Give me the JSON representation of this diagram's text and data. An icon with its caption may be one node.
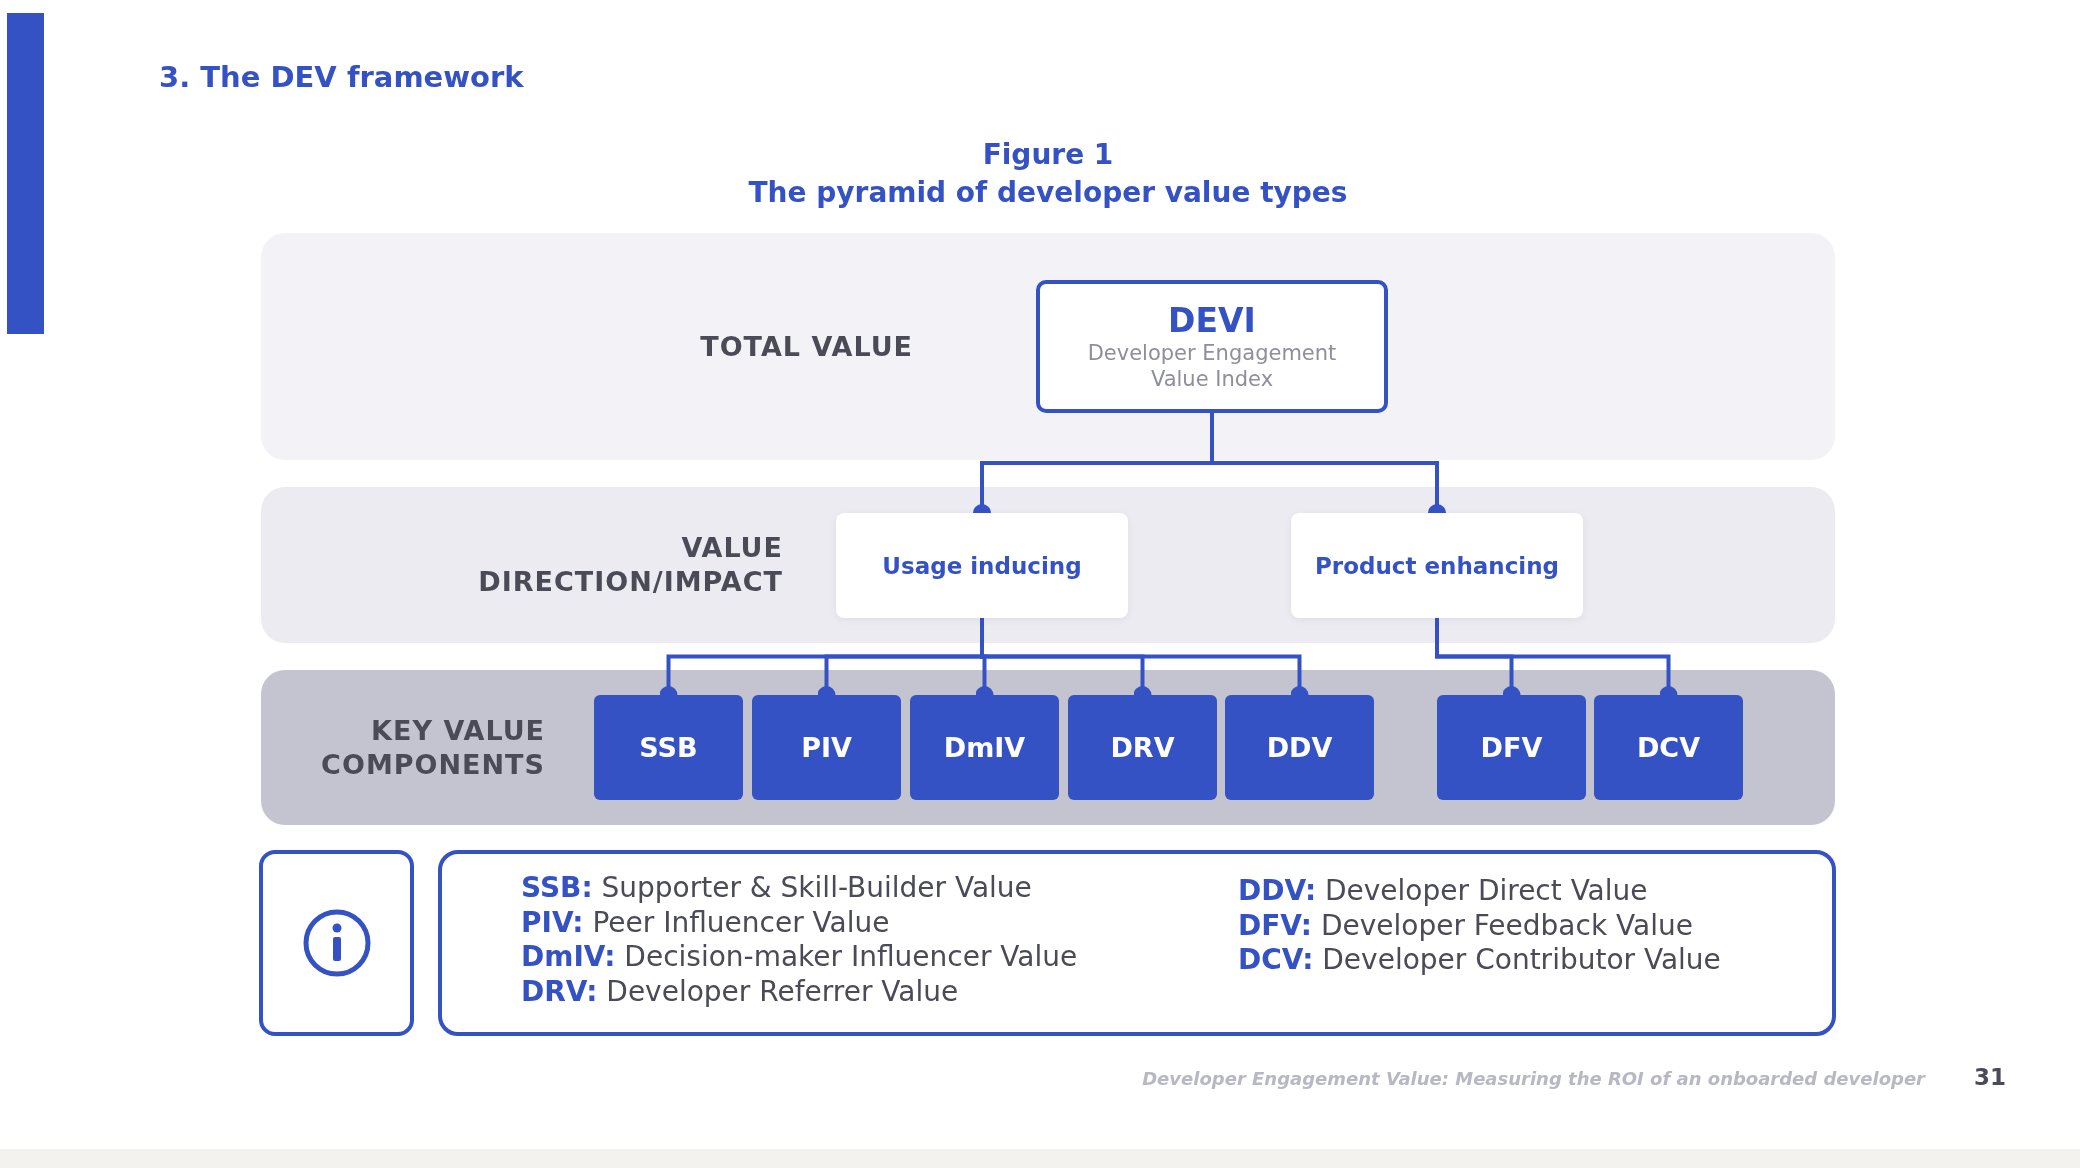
{
  "diagram": {
    "title": "3. The DEV framework",
    "nodes": [
      {
        "text": [
          "TOTAL VALUE"
        ]
      },
      {
        "text": [
          "DEVI",
          "Developer Engagement Value Index"
        ],
        "in": 0
      },
      {
        "text": [
          "VALUE DIRECTION/IMPACT"
        ]
      },
      {
        "text": [
          "Usage inducing"
        ],
        "in": 2
      },
      {
        "text": [
          "Product enhancing"
        ],
        "in": 2
      },
      {
        "text": [
          "KEY VALUE COMPONENTS"
        ]
      },
      {
        "text": [
          "SSB"
        ],
        "in": 5
      },
      {
        "text": [
          "PIV"
        ],
        "in": 5
      },
      {
        "text": [
          "DmIV"
        ],
        "in": 5
      },
      {
        "text": [
          "DRV"
        ],
        "in": 5
      },
      {
        "text": [
          "DDV"
        ],
        "in": 5
      },
      {
        "text": [
          "DFV"
        ],
        "in": 5
      },
      {
        "text": [
          "DCV"
        ],
        "in": 5
      },
      {
        "text": [],
        "shape": "box"
      },
      {
        "text": [
          "**SSB:** Supporter & Skill-Builder Value",
          "**PIV:** Peer Influencer Value",
          "**DmIV:** Decision-maker Influencer Value",
          "**DRV:** Developer Referrer Value",
          "**DDV:** Developer Direct Value",
          "**DFV:** Developer Feedback Value",
          "**DCV:** Developer Contributor Value"
        ]
      }
    ],
    "edges": [
      {
        "from": 1,
        "to": 3,
        "arrow": "other"
      },
      {
        "from": 1,
        "to": 4,
        "arrow": "other"
      },
      {
        "from": 3,
        "to": 6,
        "arrow": "other"
      },
      {
        "from": 3,
        "to": 7,
        "arrow": "other"
      },
      {
        "from": 3,
        "to": 8,
        "arrow": "other"
      },
      {
        "from": 3,
        "to": 9,
        "arrow": "other"
      },
      {
        "from": 3,
        "to": 10,
        "arrow": "other"
      },
      {
        "from": 4,
        "to": 11,
        "arrow": "other"
      },
      {
        "from": 4,
        "to": 12,
        "arrow": "other"
      }
    ],
    "labels": [
      "Figure 1",
      "The pyramid of developer value types",
      "Developer Engagement Value: Measuring the ROI of an onboarded developer",
      "31"
    ]
  }
}
